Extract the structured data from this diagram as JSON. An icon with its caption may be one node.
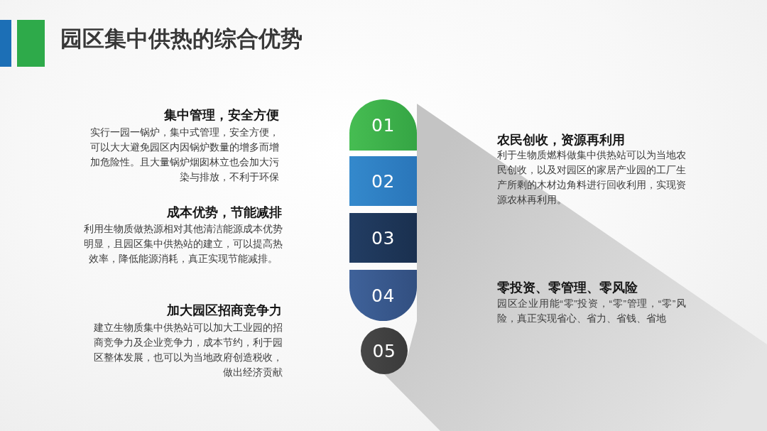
{
  "diagram": {
    "title": "园区集中供热的综合优势",
    "nodes": [
      {
        "text": [
          "01"
        ]
      },
      {
        "text": [
          "02"
        ]
      },
      {
        "text": [
          "03"
        ]
      },
      {
        "text": [
          "04"
        ]
      },
      {
        "text": [
          "05"
        ]
      }
    ],
    "labels": [
      "集中管理，安全方便",
      "实行一园一锅炉，集中式管理，安全方便，可以大大避免园区内因锅炉数量的增多而增加危险性。且大量锅炉烟囱林立也会加大污染与排放，不利于环保",
      "农民创收，资源再利用",
      "利于生物质燃料做集中供热站可以为当地农民创收，以及对园区的家居产业园的工厂生产所剩的木材边角料进行回收利用，实现资源农林再利用。",
      "成本优势，节能减排",
      "利用生物质做热源相对其他清洁能源成本优势明显，且园区集中供热站的建立，可以提高热效率，降低能源消耗，真正实现节能减排。",
      "零投资、零管理、零风险",
      "园区企业用能“零”投资，“零”管理，“零”风险，真正实现省心、省力、省钱、省地",
      "加大园区招商竞争力",
      "建立生物质集中供热站可以加大工业园的招商竞争力及企业竞争力，成本节约，利于园区整体发展，也可以为当地政府创造税收，做出经济贡献"
    ]
  }
}
